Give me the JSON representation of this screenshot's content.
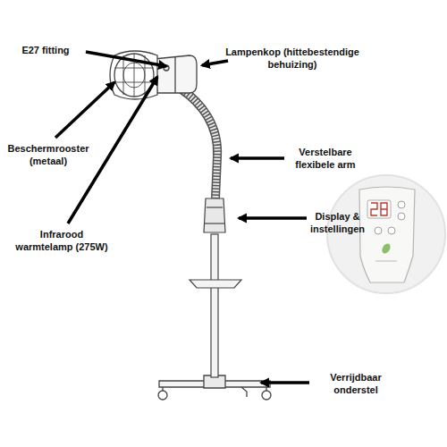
{
  "diagram": {
    "labels": [
      "E27 fitting",
      "Lampenkop (hittebestendige behuizing)",
      "Beschermrooster (metaal)",
      "Infrarood warmtelamp (275W)",
      "Verstelbare flexibele arm",
      "Display & instellingen",
      "Verrijdbaar onderstel"
    ]
  }
}
